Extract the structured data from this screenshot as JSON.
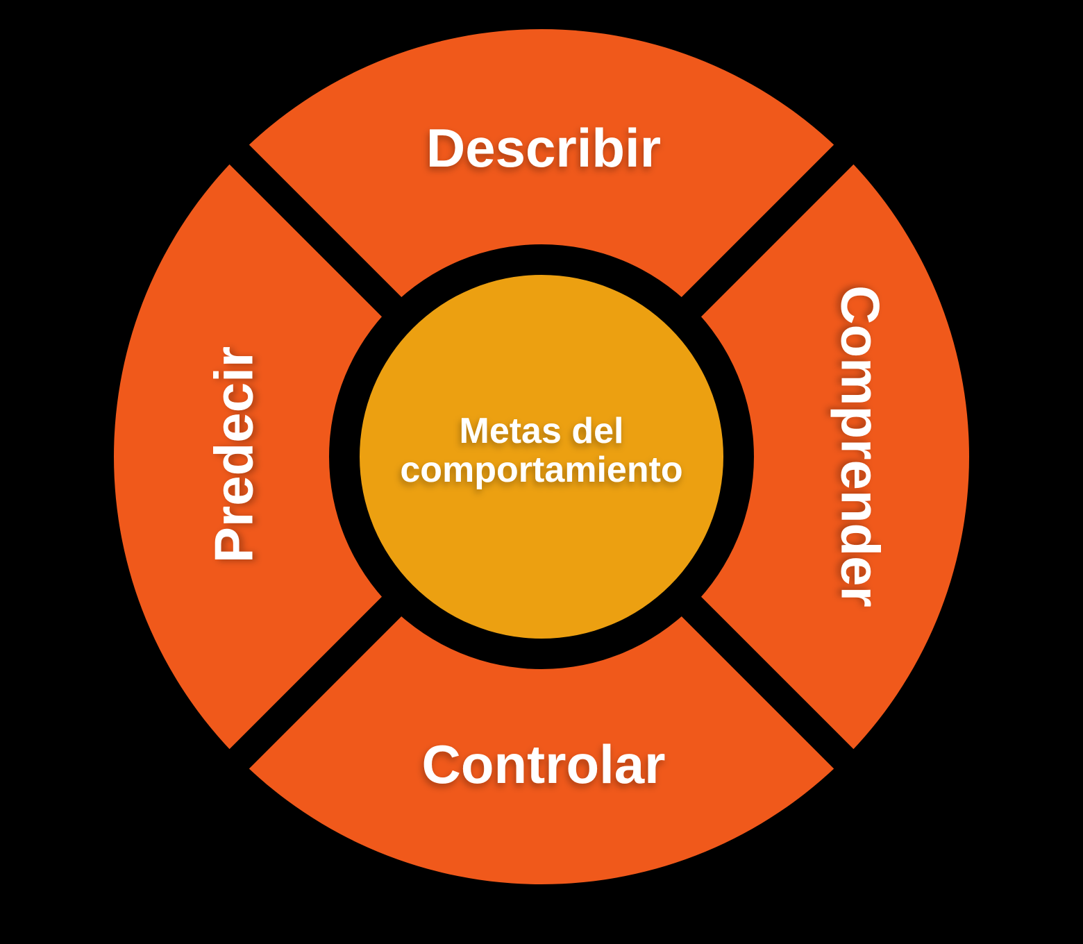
{
  "diagram": {
    "title": "Metas del comportamiento",
    "background_color": "#000000",
    "ring_color": "#F0591B",
    "center_color": "#ECA011",
    "text_color": "#FFFFFF",
    "center": {
      "line1": "Metas del",
      "line2": "comportamiento"
    },
    "segments": [
      {
        "position": "top",
        "label": "Describir"
      },
      {
        "position": "right",
        "label": "Comprender"
      },
      {
        "position": "bottom",
        "label": "Controlar"
      },
      {
        "position": "left",
        "label": "Predecir"
      }
    ]
  }
}
